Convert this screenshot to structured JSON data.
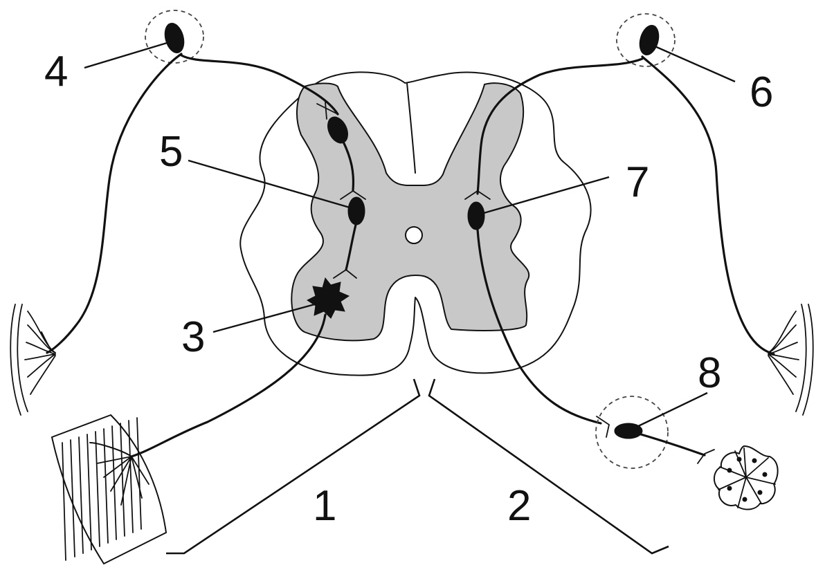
{
  "labels": {
    "l1": "1",
    "l2": "2",
    "l3": "3",
    "l4": "4",
    "l5": "5",
    "l6": "6",
    "l7": "7",
    "l8": "8"
  },
  "colors": {
    "gray_matter": "#c8c8c8",
    "ink": "#111111",
    "background": "#ffffff"
  }
}
